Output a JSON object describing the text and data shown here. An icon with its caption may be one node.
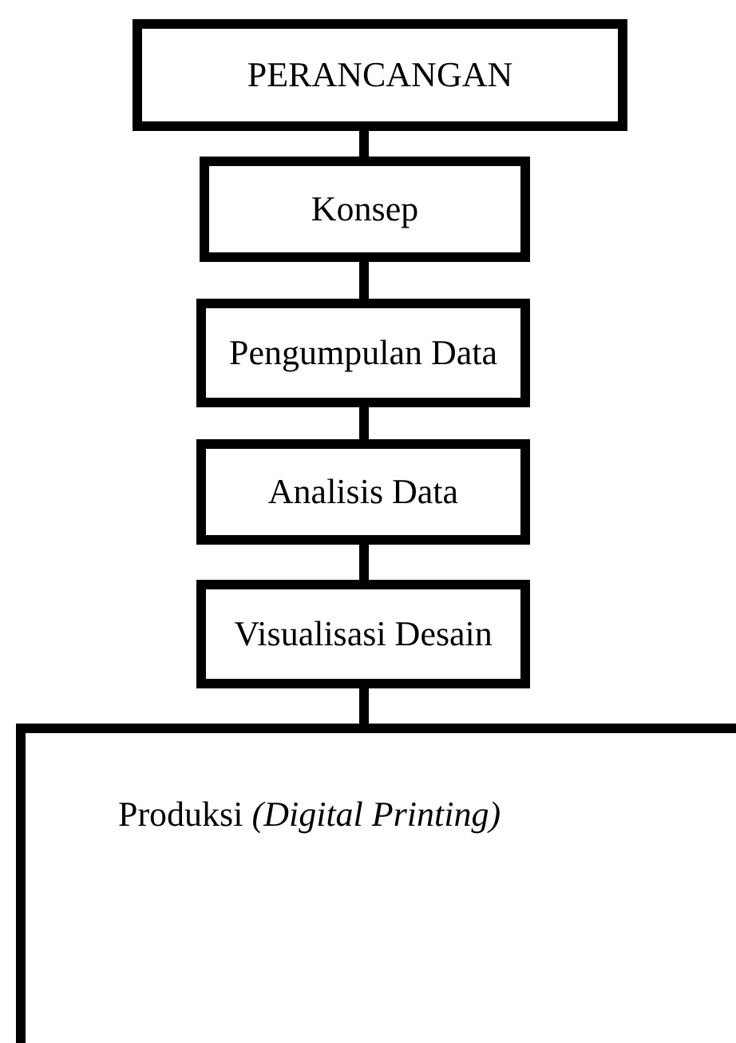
{
  "diagram": {
    "nodes": [
      {
        "text": [
          "PERANCANGAN"
        ]
      },
      {
        "text": [
          "Konsep"
        ]
      },
      {
        "text": [
          "Pengumpulan Data"
        ]
      },
      {
        "text": [
          "Analisis Data"
        ]
      },
      {
        "text": [
          "Visualisasi Desain"
        ]
      },
      {
        "text": [
          "Produksi *(Digital Printing)*"
        ]
      }
    ],
    "edges": [
      {
        "from": 0,
        "to": 1,
        "arrow": "none"
      },
      {
        "from": 1,
        "to": 2,
        "arrow": "none"
      },
      {
        "from": 2,
        "to": 3,
        "arrow": "none"
      },
      {
        "from": 3,
        "to": 4,
        "arrow": "none"
      },
      {
        "from": 4,
        "to": 5,
        "arrow": "none"
      }
    ]
  }
}
